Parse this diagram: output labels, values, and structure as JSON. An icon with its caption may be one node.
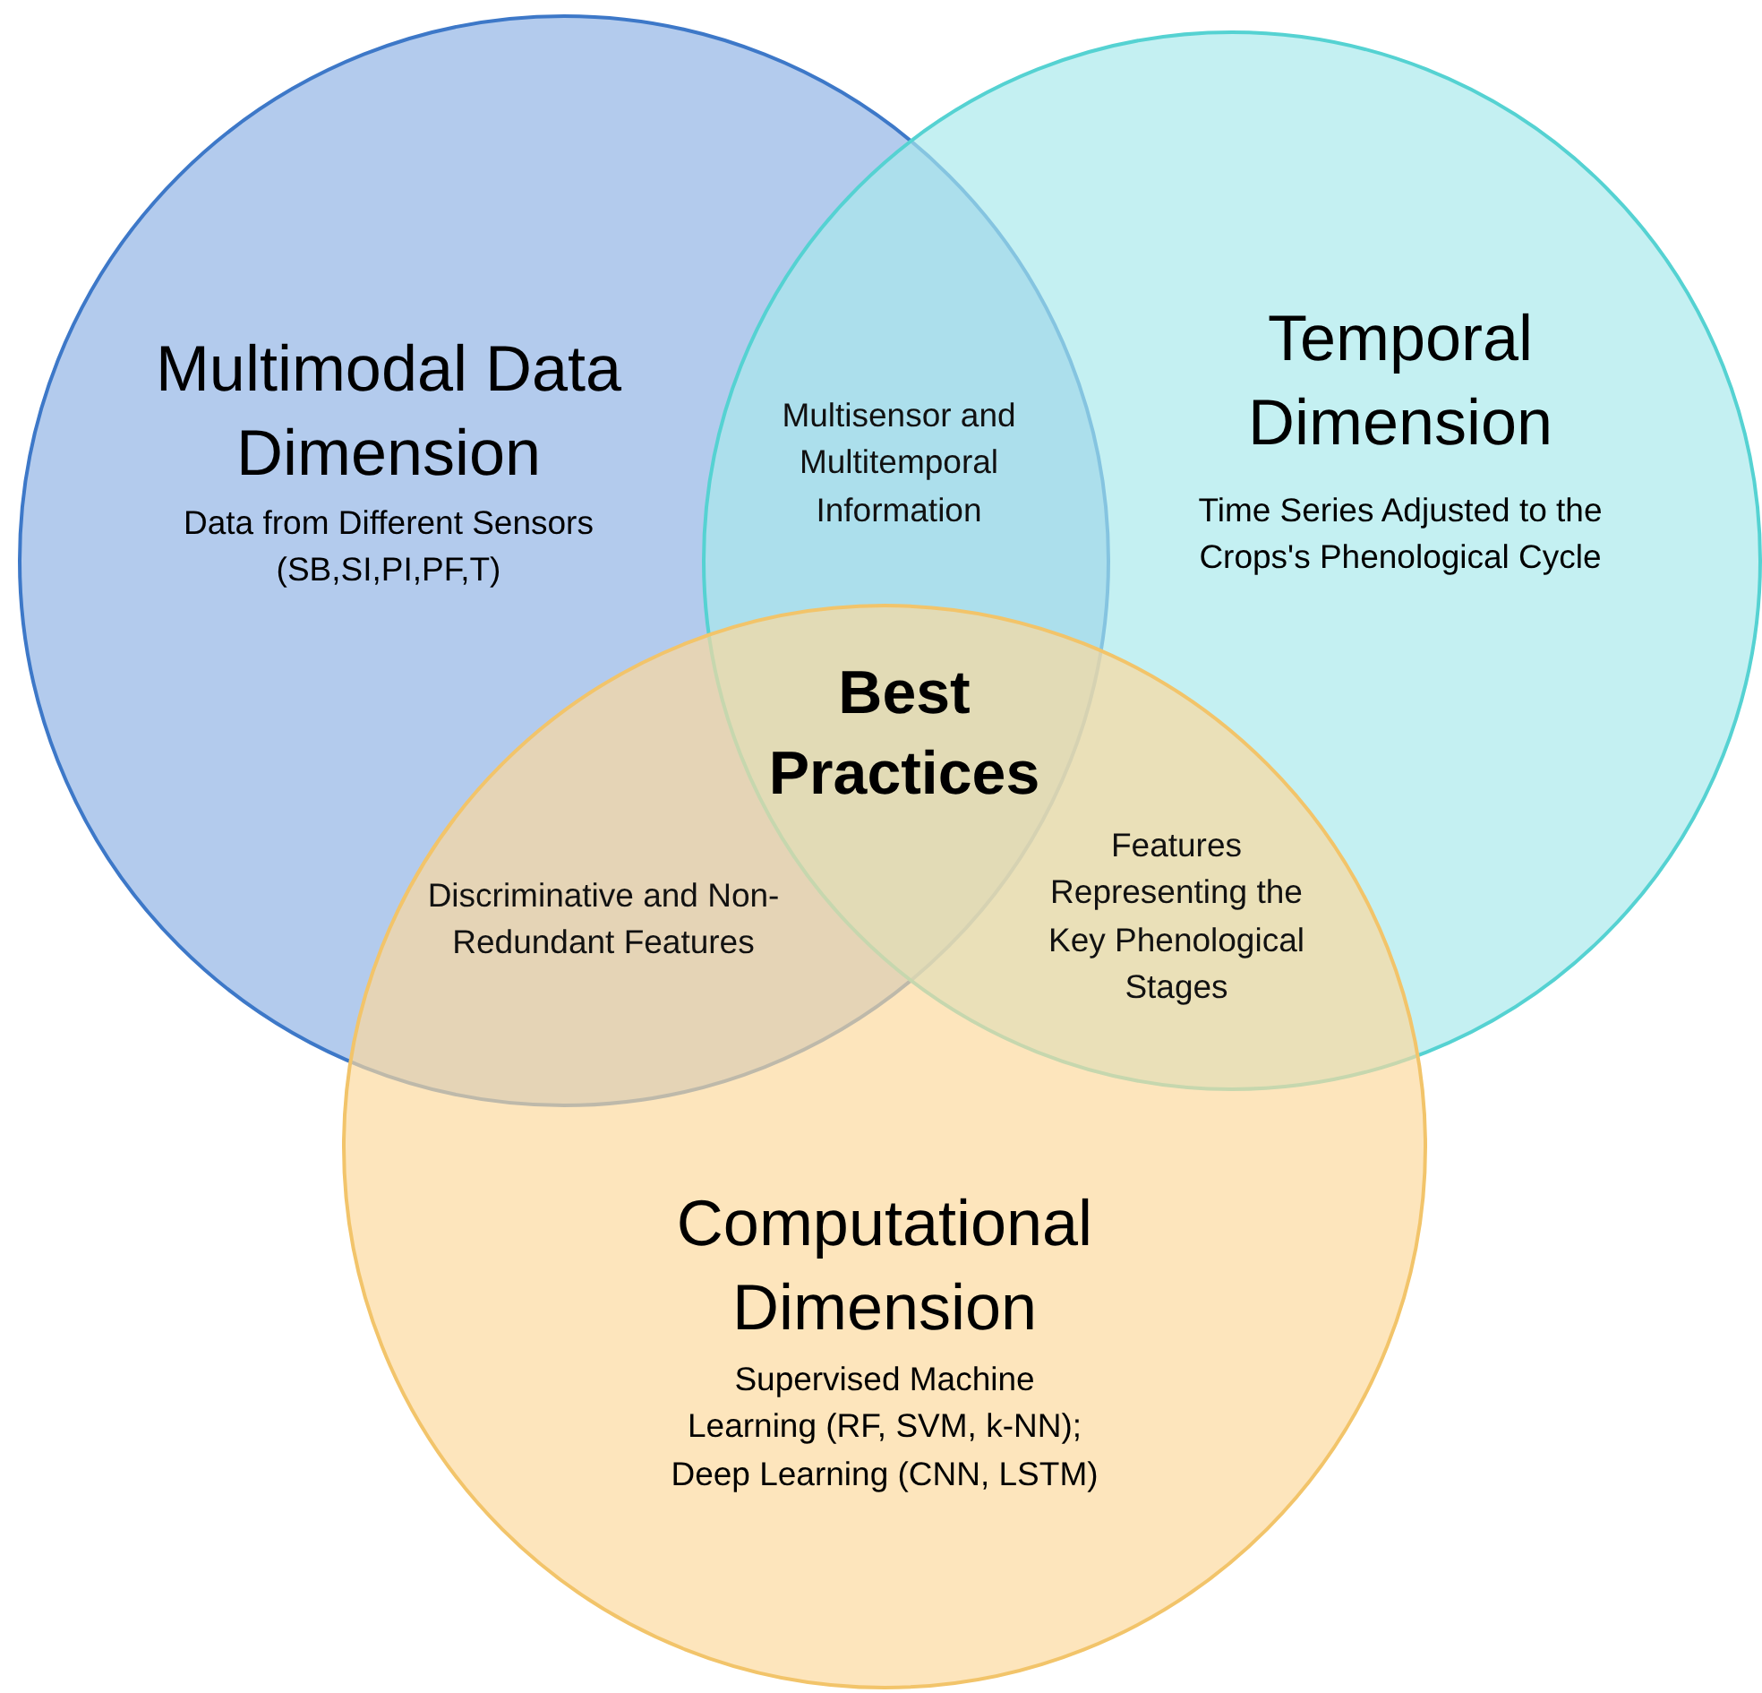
{
  "diagram": {
    "nodes": [
      {
        "text": [
          "Multimodal Data Dimension",
          "Data from Different Sensors (SB,SI,PI,PF,T)"
        ]
      },
      {
        "text": [
          "Temporal Dimension",
          "Time Series Adjusted to the Crops's Phenological Cycle"
        ]
      },
      {
        "text": [
          "Computational Dimension",
          "Supervised Machine Learning (RF, SVM, k-NN); Deep Learning (CNN, LSTM)"
        ]
      }
    ],
    "labels": [
      "Multisensor and Multitemporal Information",
      "Best Practices",
      "Discriminative and Non-Redundant Features",
      "Features Representing the Key Phenological Stages"
    ]
  }
}
